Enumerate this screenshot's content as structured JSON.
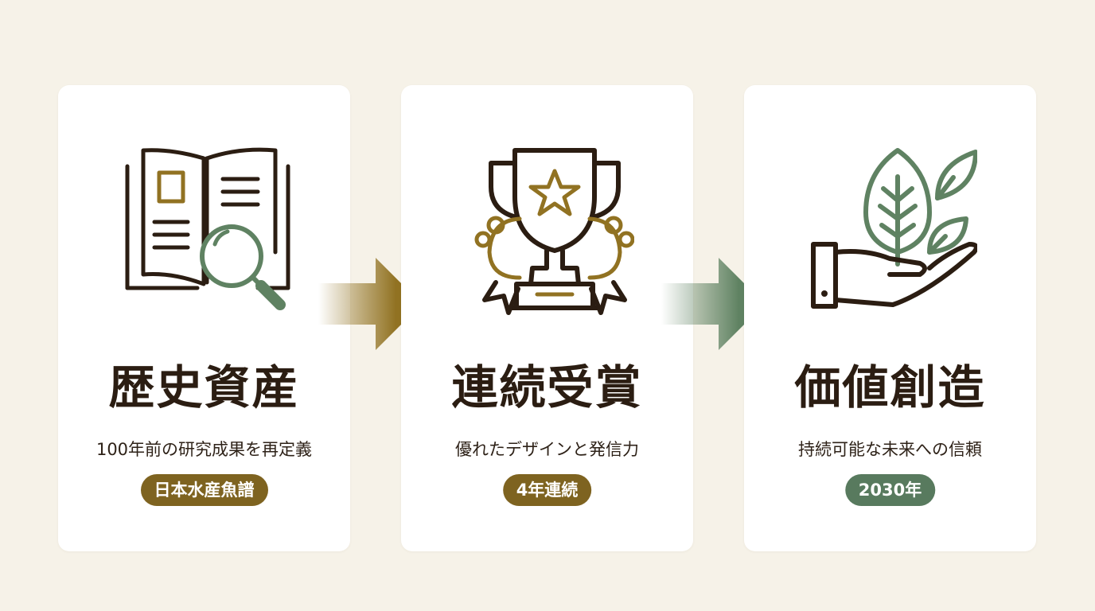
{
  "steps": [
    {
      "title": "歴史資産",
      "subtitle": "100年前の研究成果を再定義",
      "badge": "日本水産魚譜",
      "icon": "book-magnifier-icon",
      "badge_color": "#7e6320"
    },
    {
      "title": "連続受賞",
      "subtitle": "優れたデザインと発信力",
      "badge": "4年連続",
      "icon": "trophy-icon",
      "badge_color": "#7e6320"
    },
    {
      "title": "価値創造",
      "subtitle": "持続可能な未来への信頼",
      "badge": "2030年",
      "icon": "hand-leaves-icon",
      "badge_color": "#587a5e"
    }
  ],
  "colors": {
    "background": "#f6f2e8",
    "card": "#ffffff",
    "ink": "#2b1d12",
    "gold": "#917222",
    "green": "#5f8262"
  }
}
